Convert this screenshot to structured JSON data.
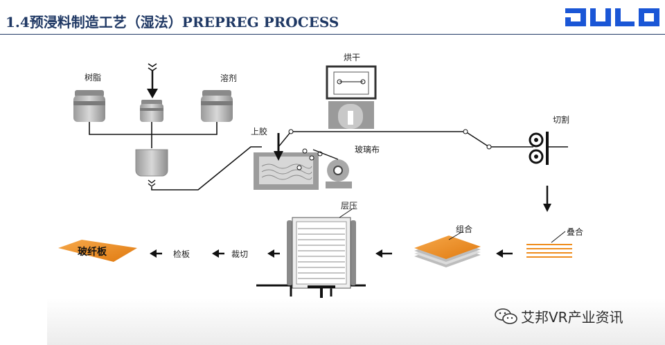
{
  "header": {
    "title": "1.4预浸料制造工艺（湿法）PREPREG PROCESS",
    "logo_text": "JULO",
    "accent_color": "#1f3864",
    "logo_color": "#1a56d6"
  },
  "labels": {
    "resin": "树脂",
    "solvent": "溶剂",
    "drying": "烘干",
    "gluing": "上胶",
    "glass_cloth": "玻璃布",
    "cutting": "切割",
    "stacking": "叠合",
    "combination": "组合",
    "lamination": "层压",
    "trimming": "裁切",
    "inspection": "检板",
    "fiberglass_board": "玻纤板"
  },
  "watermark": {
    "text": "艾邦VR产业资讯",
    "icon": "wechat-icon"
  },
  "colors": {
    "tank_gray": "#aaaaaa",
    "orange": "#ef8c1c",
    "dark": "#222222"
  }
}
